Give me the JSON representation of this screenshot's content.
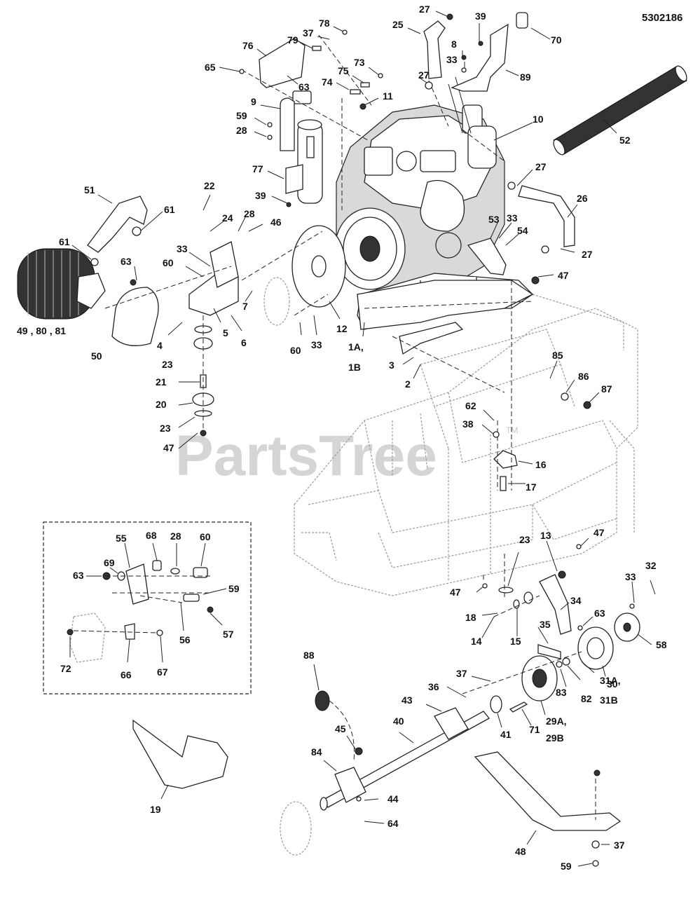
{
  "document_number": "5302186",
  "watermark": "PartsTree",
  "watermark_mark": "TM",
  "callouts": {
    "c1": "27",
    "c2": "39",
    "c3": "5302186",
    "c4": "78",
    "c5": "37",
    "c6": "79",
    "c7": "76",
    "c8": "25",
    "c9": "8",
    "c10": "70",
    "c11": "65",
    "c12": "63",
    "c13": "33",
    "c14": "89",
    "c15": "73",
    "c16": "75",
    "c17": "74",
    "c18": "27",
    "c19": "11",
    "c20": "9",
    "c21": "59",
    "c22": "28",
    "c23": "10",
    "c24": "52",
    "c25": "77",
    "c26": "27",
    "c27": "39",
    "c28": "26",
    "c29": "22",
    "c30": "51",
    "c31": "61",
    "c32": "24",
    "c33": "28",
    "c34": "46",
    "c35": "53",
    "c36": "33",
    "c37": "54",
    "c38": "27",
    "c39": "61",
    "c40": "33",
    "c41": "63",
    "c42": "60",
    "c43": "47",
    "c44": "7",
    "c45": "5",
    "c46": "6",
    "c47": "12",
    "c48": "4",
    "c49": "49 , 80 , 81",
    "c50": "50",
    "c51": "23",
    "c52": "60",
    "c53": "33",
    "c54": "1A,",
    "c55": "1B",
    "c56": "3",
    "c57": "2",
    "c58": "85",
    "c59": "86",
    "c60": "87",
    "c61": "21",
    "c62": "20",
    "c63": "23",
    "c64": "47",
    "c65": "62",
    "c66": "38",
    "c67": "16",
    "c68": "17",
    "c69": "55",
    "c70": "68",
    "c71": "28",
    "c72": "60",
    "c73": "63",
    "c74": "69",
    "c75": "59",
    "c76": "56",
    "c77": "57",
    "c78": "72",
    "c79": "66",
    "c80": "67",
    "c81": "13",
    "c82": "47",
    "c83": "23",
    "c84": "33",
    "c85": "32",
    "c86": "47",
    "c87": "34",
    "c88": "18",
    "c89": "63",
    "c90": "14",
    "c91": "15",
    "c92": "35",
    "c93": "58",
    "c94": "88",
    "c95": "37",
    "c96": "30",
    "c97": "36",
    "c98": "43",
    "c99": "83",
    "c100": "82",
    "c101": "31A,",
    "c102": "31B",
    "c103": "40",
    "c104": "41",
    "c105": "71",
    "c106": "29A,",
    "c107": "29B",
    "c108": "45",
    "c109": "84",
    "c110": "19",
    "c111": "44",
    "c112": "64",
    "c113": "48",
    "c114": "37",
    "c115": "59"
  }
}
